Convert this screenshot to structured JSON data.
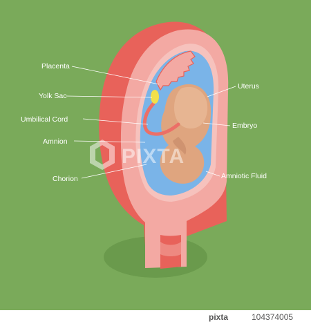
{
  "labels": {
    "placenta": "Placenta",
    "yolk_sac": "Yolk Sac",
    "umbilical_cord": "Umbilical Cord",
    "amnion": "Amnion",
    "chorion": "Chorion",
    "uterus": "Uterus",
    "embryo": "Embryo",
    "amniotic_fluid": "Amniotic Fluid"
  },
  "watermark": "PIXTA",
  "footer": {
    "brand": "pixta",
    "image_id": "104374005"
  },
  "colors": {
    "background": "#7aaa5a",
    "uterus_outer": "#e8625a",
    "uterus_wall": "#f3a9a3",
    "fluid": "#7ab4e8",
    "embryo": "#dfa57f",
    "yolk_sac": "#f2e04a",
    "shadow": "#6a9a4c"
  }
}
